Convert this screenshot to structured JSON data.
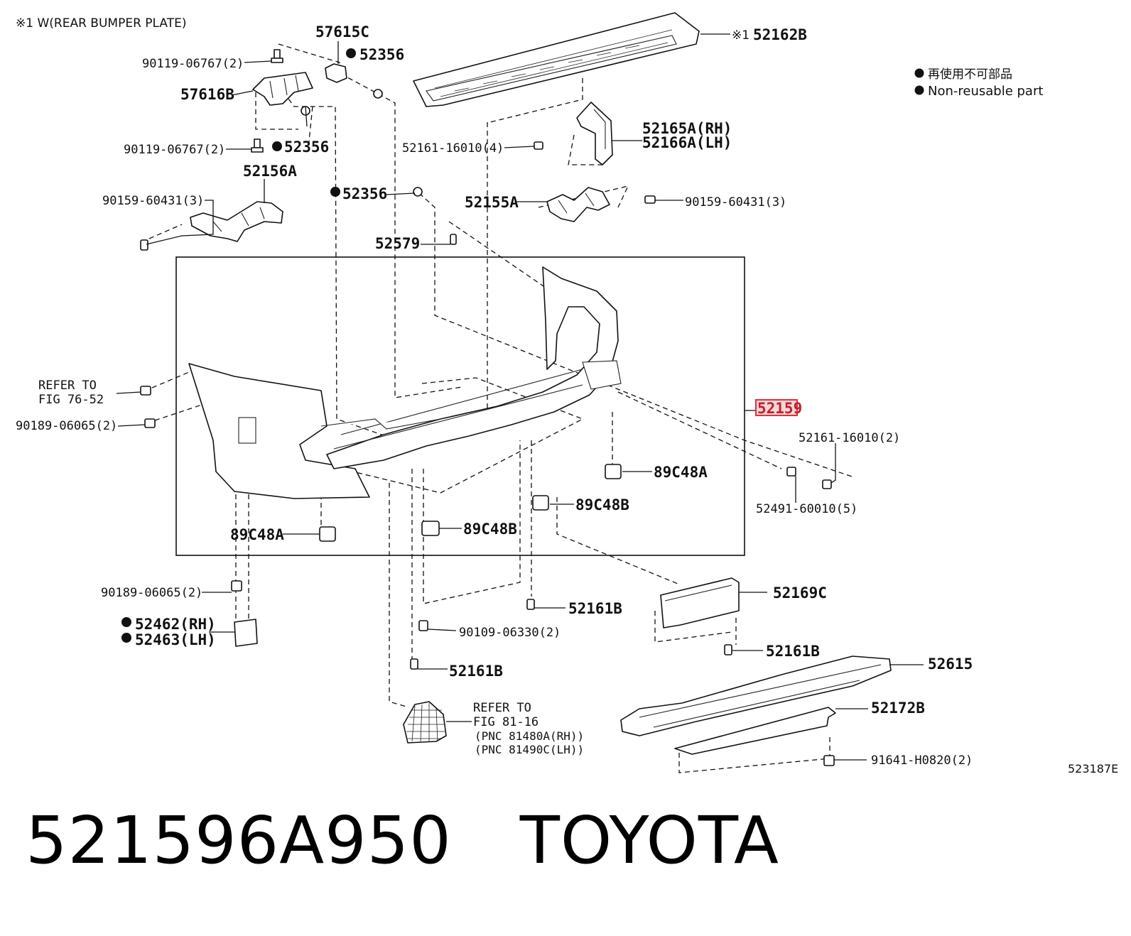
{
  "diagram": {
    "header_note": "※1 W(REAR BUMPER PLATE)",
    "legend": {
      "line1": "再使用不可部品",
      "line2": "Non-reusable part"
    },
    "drawing_id": "523187E",
    "highlight_color": "#e0303a",
    "labels": {
      "p57615C": "57615C",
      "p52356_top": "52356",
      "p90119_a": "90119-06767(2)",
      "p57616B": "57616B",
      "p90119_b": "90119-06767(2)",
      "p52356_mid": "52356",
      "p52156A": "52156A",
      "p90159_left": "90159-60431(3)",
      "p52356_low": "52356",
      "p52579": "52579",
      "p52162B_mark": "※1",
      "p52162B": "52162B",
      "p52165A": "52165A(RH)",
      "p52166A": "52166A(LH)",
      "p52161_16010_4": "52161-16010(4)",
      "p52155A": "52155A",
      "p90159_right": "90159-60431(3)",
      "refer_76_line1": "REFER TO",
      "refer_76_line2": "FIG 76-52",
      "p90189_top": "90189-06065(2)",
      "p52159": "52159",
      "p52161_16010_2": "52161-16010(2)",
      "p89C48A_right": "89C48A",
      "p89C48B_right": "89C48B",
      "p52491": "52491-60010(5)",
      "p89C48A_left": "89C48A",
      "p89C48B_left": "89C48B",
      "p90189_low": "90189-06065(2)",
      "p52462": "52462(RH)",
      "p52463": "52463(LH)",
      "p52161B_a": "52161B",
      "p90109": "90109-06330(2)",
      "p52161B_b": "52161B",
      "p52169C": "52169C",
      "p52161B_c": "52161B",
      "p52615": "52615",
      "p52172B": "52172B",
      "refer_81_line1": "REFER TO",
      "refer_81_line2": "FIG 81-16",
      "refer_81_line3": "(PNC 81480A(RH))",
      "refer_81_line4": "(PNC 81490C(LH))",
      "p91641": "91641-H0820(2)"
    }
  },
  "caption": {
    "part_number": "521596A950",
    "brand": "TOYOTA"
  }
}
